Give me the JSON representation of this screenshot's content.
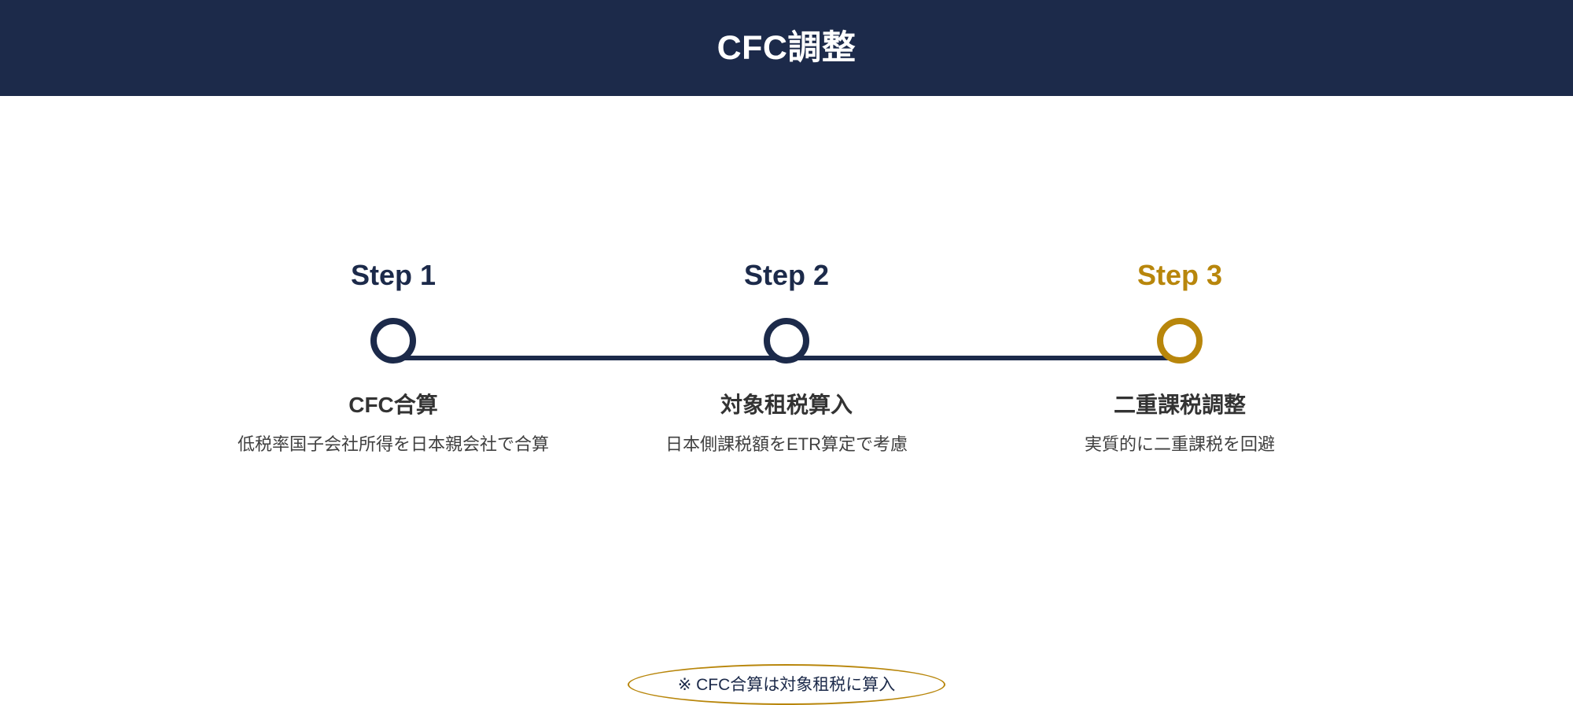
{
  "header": {
    "title": "CFC調整",
    "background_color": "#1c2a4a",
    "text_color": "#ffffff"
  },
  "theme": {
    "navy": "#1c2a4a",
    "gold": "#b8860b",
    "title_text": "#333333",
    "body_text": "#404040",
    "background": "#ffffff"
  },
  "timeline": {
    "steps": [
      {
        "label": "Step 1",
        "label_color": "#1c2a4a",
        "marker_color": "#1c2a4a",
        "title": "CFC合算",
        "description": "低税率国子会社所得を日本親会社で合算"
      },
      {
        "label": "Step 2",
        "label_color": "#1c2a4a",
        "marker_color": "#1c2a4a",
        "title": "対象租税算入",
        "description": "日本側課税額をETR算定で考慮"
      },
      {
        "label": "Step 3",
        "label_color": "#b8860b",
        "marker_color": "#b8860b",
        "title": "二重課税調整",
        "description": "実質的に二重課税を回避"
      }
    ]
  },
  "footnote": {
    "text": "※ CFC合算は対象租税に算入",
    "outline_color": "#b8860b",
    "text_color": "#1c2a4a"
  }
}
